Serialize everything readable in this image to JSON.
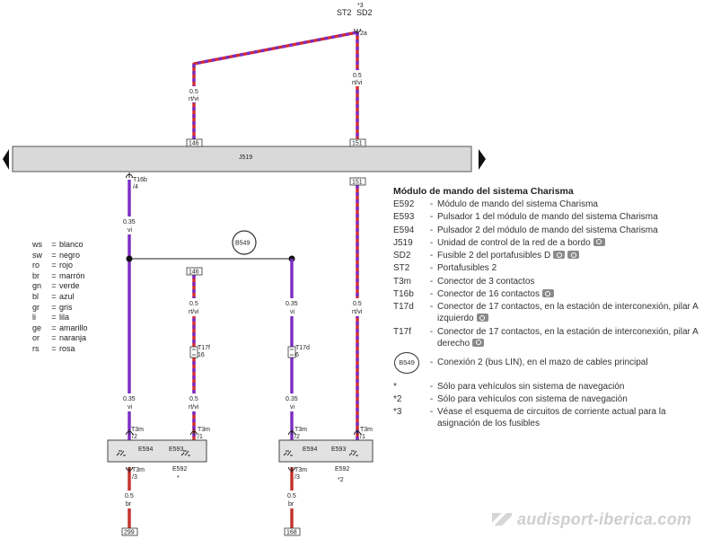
{
  "diagram": {
    "top_connector": {
      "name": "ST2",
      "star": "*3",
      "name2": "SD2",
      "pin": "2a"
    },
    "wires": {
      "rtvi_section": "0.5",
      "rtvi_color": "rt/vi",
      "vi_section": "0.35",
      "vi_color": "vi",
      "br_section": "0.5",
      "br_color": "br"
    },
    "module_bar": {
      "label": "J519",
      "pin_left": "146",
      "pin_right": "151"
    },
    "right_pin_below": "151",
    "t16b": {
      "name": "T16b",
      "pin": "/4"
    },
    "bus": {
      "label": "B549"
    },
    "mid_pin": "146",
    "t17f": {
      "name": "T17f",
      "pin": "16"
    },
    "t17d": {
      "name": "T17d",
      "pin": "6"
    },
    "t3m": {
      "name": "T3m",
      "pin1": "/1",
      "pin2": "/2",
      "pin3": "/3"
    },
    "switch_left": {
      "e594": "E594",
      "e593": "E593",
      "e592": "E592",
      "note": "*"
    },
    "switch_right": {
      "e594": "E594",
      "e593": "E593",
      "e592": "E592",
      "note": "*2"
    },
    "bottom_pins": {
      "left": "299",
      "right": "168"
    },
    "wire_colors": {
      "red": "#d42a2a",
      "violet": "#7b2cc4",
      "brown": "#c5302a"
    }
  },
  "color_key": [
    {
      "code": "ws",
      "name": "blanco"
    },
    {
      "code": "sw",
      "name": "negro"
    },
    {
      "code": "ro",
      "name": "rojo"
    },
    {
      "code": "br",
      "name": "marrón"
    },
    {
      "code": "gn",
      "name": "verde"
    },
    {
      "code": "bl",
      "name": "azul"
    },
    {
      "code": "gr",
      "name": "gris"
    },
    {
      "code": "li",
      "name": "lila"
    },
    {
      "code": "ge",
      "name": "amarillo"
    },
    {
      "code": "or",
      "name": "naranja"
    },
    {
      "code": "rs",
      "name": "rosa"
    }
  ],
  "legend": {
    "title": "Módulo de mando del sistema Charisma",
    "items": [
      {
        "code": "E592",
        "desc": "Módulo de mando del sistema Charisma"
      },
      {
        "code": "E593",
        "desc": "Pulsador 1 del módulo de mando del sistema Charisma"
      },
      {
        "code": "E594",
        "desc": "Pulsador 2 del módulo de mando del sistema Charisma"
      },
      {
        "code": "J519",
        "desc": "Unidad de control de la red de a bordo"
      },
      {
        "code": "SD2",
        "desc": "Fusible 2 del portafusibles D"
      },
      {
        "code": "ST2",
        "desc": "Portafusibles 2"
      },
      {
        "code": "T3m",
        "desc": "Conector de 3 contactos"
      },
      {
        "code": "T16b",
        "desc": "Conector de 16 contactos"
      },
      {
        "code": "T17d",
        "desc": "Conector de 17 contactos, en la estación de interconexión, pilar A izquierdo"
      },
      {
        "code": "T17f",
        "desc": "Conector de 17 contactos, en la estación de interconexión, pilar A derecho"
      },
      {
        "code": "B549",
        "desc": "Conexión 2 (bus LIN), en el mazo de cables principal"
      }
    ],
    "notes": [
      {
        "code": "*",
        "desc": "Sólo para vehículos sin sistema de navegación"
      },
      {
        "code": "*2",
        "desc": "Sólo para vehículos con sistema de navegación"
      },
      {
        "code": "*3",
        "desc": "Véase el esquema de circuitos de corriente actual para la asignación de los fusibles"
      }
    ]
  },
  "watermark": "audisport-iberica.com"
}
